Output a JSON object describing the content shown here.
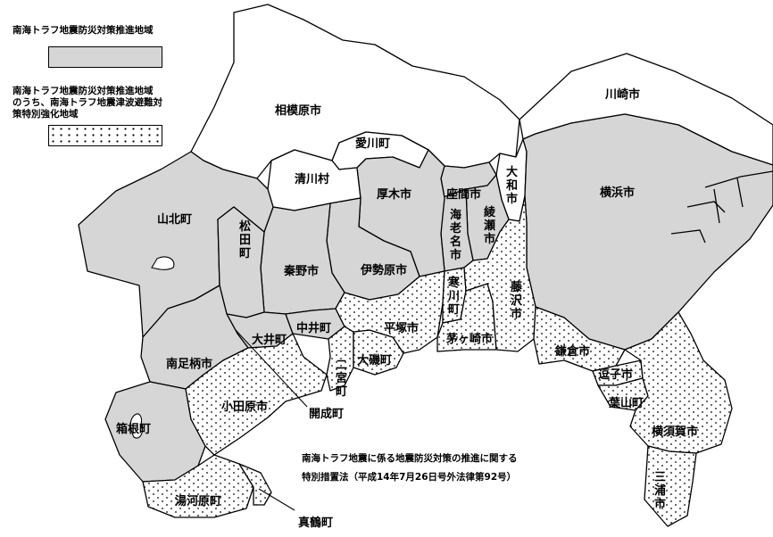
{
  "legend": {
    "promotion_area": "南海トラフ地震防災対策推進地域",
    "tsunami_area_lines": [
      "南海トラフ地震防災対策推進地域",
      "のうち、南海トラフ地震津波避難対",
      "策特別強化地域"
    ]
  },
  "footnote": {
    "line1": "南海トラフ地震に係る地震防災対策の推進に関する",
    "line2": "特別措置法（平成14年7月26日号外法律第92号）"
  },
  "colors": {
    "promotion_area_fill": "#d6d6d6",
    "plain_fill": "#ffffff",
    "dot": "#000000"
  },
  "municipalities": {
    "sagamihara": "相模原市",
    "aikawa": "愛川町",
    "kiyokawa": "清川村",
    "kawasaki": "川崎市",
    "yokohama": "横浜市",
    "yamato": "大和市",
    "zama": "座間市",
    "ayase": "綾瀬市",
    "ebina": "海老名市",
    "atsugi": "厚木市",
    "samukawa": "寒川町",
    "fujisawa": "藤沢市",
    "chigasaki": "茅ヶ崎市",
    "hiratsuka": "平塚市",
    "isehara": "伊勢原市",
    "hadano": "秦野市",
    "yamakita": "山北町",
    "matsuda": "松田町",
    "oi": "大井町",
    "nakai": "中井町",
    "ninomiya": "二宮町",
    "oiso": "大磯町",
    "minamiashigara": "南足柄市",
    "kaisei": "開成町",
    "odawara": "小田原市",
    "hakone": "箱根町",
    "yugawara": "湯河原町",
    "manazuru": "真鶴町",
    "kamakura": "鎌倉市",
    "zushi": "逗子市",
    "hayama": "葉山町",
    "yokosuka": "横須賀市",
    "miura": "三浦市"
  }
}
